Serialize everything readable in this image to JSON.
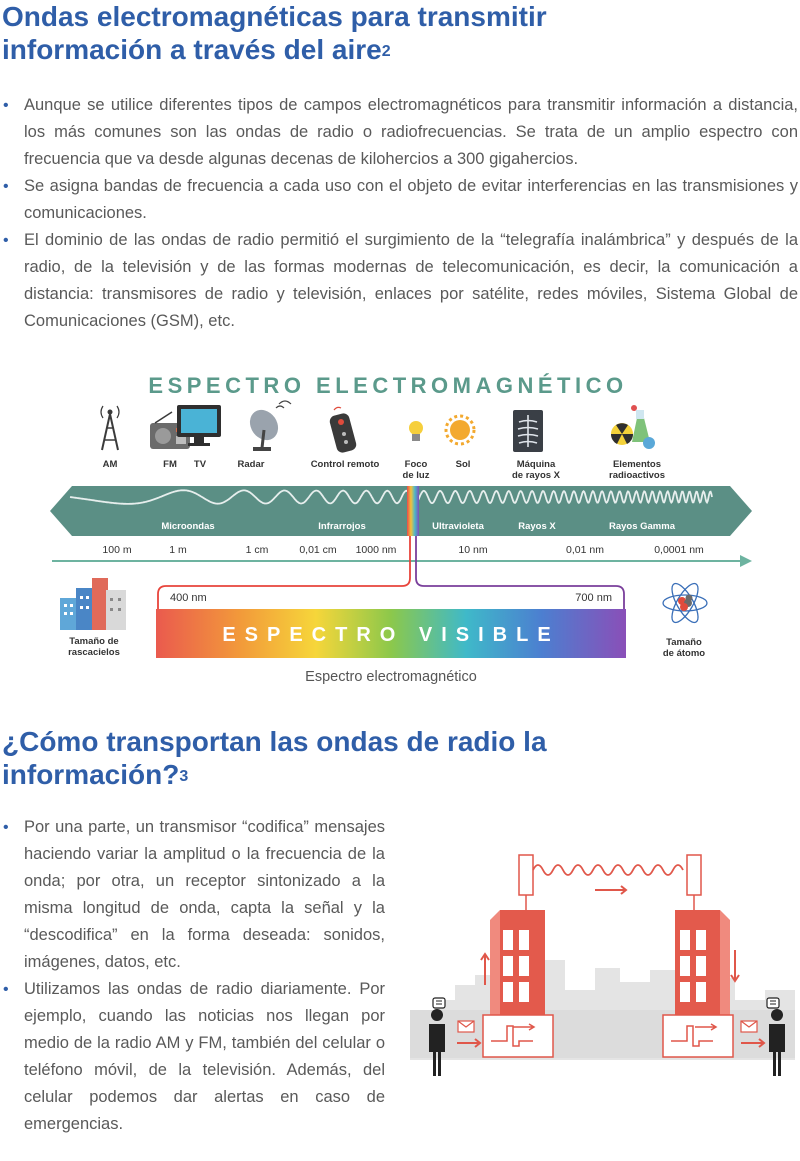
{
  "section1": {
    "title_line1": "Ondas electromagnéticas para transmitir",
    "title_line2": "información a través del aire",
    "title_sup": "2",
    "bullets": [
      "Aunque se utilice diferentes tipos de campos electromagnéticos para transmitir información a distancia, los más comunes son las ondas de radio o radiofrecuencias. Se trata de un amplio espectro con frecuencia que va desde algunas decenas de kilohercios a 300 gigahercios.",
      "Se asigna bandas de frecuencia a cada uso con el objeto de evitar interferencias en las transmisiones y comunicaciones.",
      "El dominio de las ondas de radio permitió el surgimiento de la “telegrafía inalámbrica” y después de la radio, de la televisión y de las formas modernas de telecomunicación, es decir, la comunicación a distancia: transmisores de radio y televisión, enlaces por satélite, redes móviles, Sistema Global de Comunicaciones (GSM), etc."
    ]
  },
  "spectrum": {
    "title": "ESPECTRO ELECTROMAGNÉTICO",
    "sources": {
      "am": "AM",
      "fm": "FM",
      "tv": "TV",
      "radar": "Radar",
      "remote": "Control remoto",
      "bulb_l1": "Foco",
      "bulb_l2": "de luz",
      "sun": "Sol",
      "xray_l1": "Máquina",
      "xray_l2": "de rayos X",
      "radio_l1": "Elementos",
      "radio_l2": "radioactivos"
    },
    "bands": {
      "micro": "Microondas",
      "ir": "Infrarrojos",
      "uv": "Ultravioleta",
      "xray": "Rayos X",
      "gamma": "Rayos Gamma"
    },
    "scale": {
      "s1": "100 m",
      "s2": "1 m",
      "s3": "1 cm",
      "s4": "0,01 cm",
      "s5": "1000 nm",
      "s6": "10 nm",
      "s7": "0,01 nm",
      "s8": "0,0001 nm"
    },
    "visible": {
      "left_nm": "400 nm",
      "right_nm": "700 nm",
      "label": "ESPECTRO VISIBLE"
    },
    "sky_l1": "Tamaño de",
    "sky_l2": "rascacielos",
    "atom_l1": "Tamaño",
    "atom_l2": "de átomo",
    "caption": "Espectro electromagnético"
  },
  "section2": {
    "title_line1": "¿Cómo transportan las ondas de radio la",
    "title_line2": "información?",
    "title_sup": "3",
    "bullets": [
      "Por una parte, un transmisor “codifica” mensajes haciendo variar la amplitud o la frecuencia de la onda; por otra, un receptor sintonizado a la misma longitud de onda, capta la señal y la “descodifica” en la forma deseada: sonidos, imágenes, datos, etc.",
      "Utilizamos las ondas de radio diariamente. Por ejemplo, cuando las noticias nos llegan por medio de la radio AM y FM, también del celular o teléfono móvil, de la televisión. Además, del celular podemos dar alertas en caso de emergencias."
    ]
  },
  "colors": {
    "heading_blue": "#2f5ea8",
    "teal": "#5b9a8b",
    "building_red": "#e0574a",
    "text_gray": "#595959"
  }
}
